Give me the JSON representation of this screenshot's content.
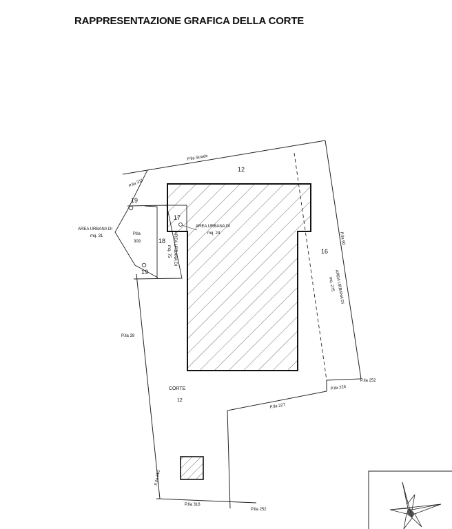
{
  "title": "RAPPRESENTAZIONE GRAFICA DELLA CORTE",
  "labels": {
    "strade": "P.lla Strade",
    "p311": "P.lla 311",
    "n12_top": "12",
    "n19_top": "19",
    "n19_bottom": "19",
    "n17": "17",
    "n18": "18",
    "n16": "16",
    "area_left_1": "AREA URBANA DI",
    "area_left_2": "mq. 31",
    "p309_1": "P.lla",
    "p309_2": "309",
    "area_18_1": "AREA URBANA DI",
    "area_18_2": "mq. 75",
    "area_17_1": "AREA URBANA DI",
    "area_17_2": "mq. 24",
    "area_16_1": "AREA URBANA DI",
    "area_16_2": "mq. 275",
    "p_right_top": "P.lla 90",
    "p39": "P.lla 39",
    "corte": "CORTE",
    "corte_num": "12",
    "p226": "P.lla 226",
    "p252_right": "P.lla 252",
    "p227": "P.lla 227",
    "p310": "P.lla 310",
    "p316": "P.lla 316",
    "p252_bottom": "P.lla 252"
  }
}
